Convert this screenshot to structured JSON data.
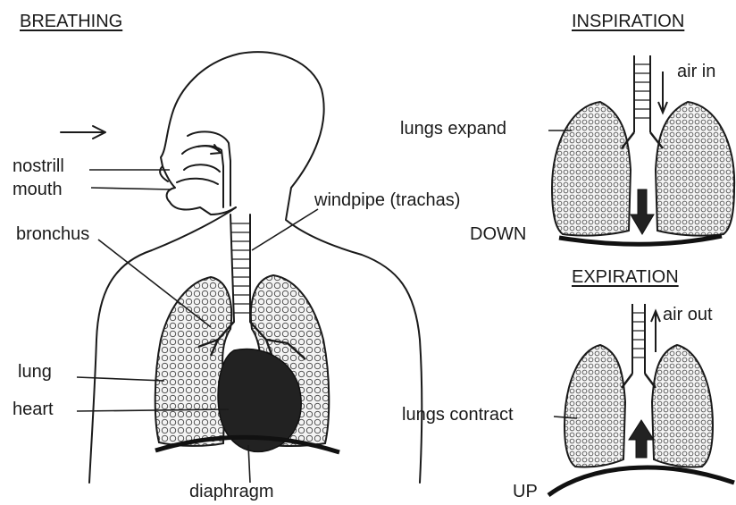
{
  "titles": {
    "breathing": "BREATHING",
    "inspiration": "INSPIRATION",
    "expiration": "EXPIRATION"
  },
  "breathing_labels": {
    "nostril": "nostrill",
    "mouth": "mouth",
    "bronchus": "bronchus",
    "windpipe": "windpipe (trachas)",
    "lung": "lung",
    "heart": "heart",
    "diaphragm": "diaphragm"
  },
  "inspiration_labels": {
    "air": "air in",
    "lungs": "lungs expand",
    "direction": "DOWN"
  },
  "expiration_labels": {
    "air": "air out",
    "lungs": "lungs contract",
    "direction": "UP"
  },
  "colors": {
    "ink": "#1a1a1a",
    "heart": "#222222",
    "lung_fill": "#f4f4f4"
  }
}
